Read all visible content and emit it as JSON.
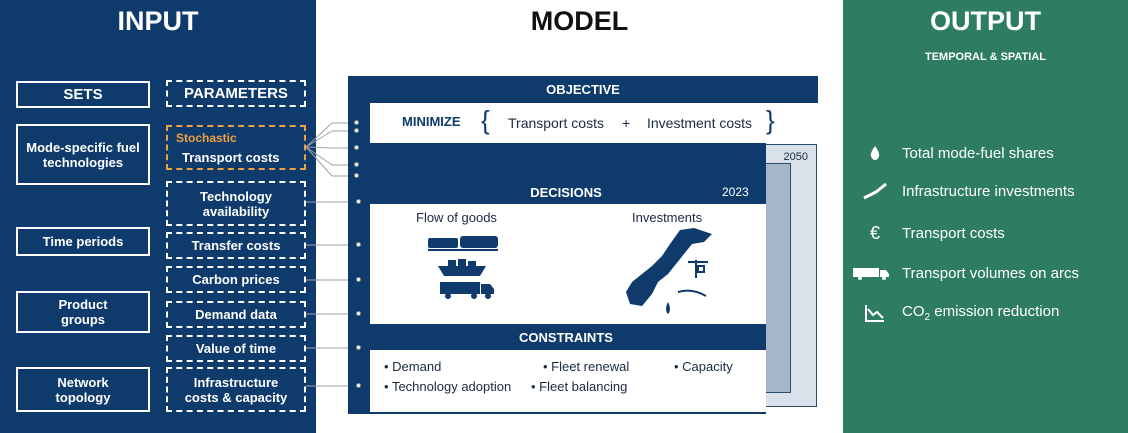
{
  "headers": {
    "input": "INPUT",
    "model": "MODEL",
    "output": "OUTPUT",
    "output_sub": "TEMPORAL & SPATIAL"
  },
  "sets": {
    "title": "SETS",
    "items": [
      "Mode-specific fuel technologies",
      "Time periods",
      "Product groups",
      "Network topology"
    ]
  },
  "parameters": {
    "title": "PARAMETERS",
    "stochastic_label": "Stochastic",
    "items": [
      "Transport costs",
      "Technology availability",
      "Transfer costs",
      "Carbon prices",
      "Demand data",
      "Value of time",
      "Infrastructure costs & capacity"
    ]
  },
  "objective": {
    "title": "OBJECTIVE",
    "minimize": "MINIMIZE",
    "brace_open": "{",
    "term1": "Transport costs",
    "plus": "+",
    "term2": "Investment costs",
    "brace_close": "}"
  },
  "decisions": {
    "title": "DECISIONS",
    "year_front": "2023",
    "year_back": "2050",
    "flow": "Flow of goods",
    "investments": "Investments"
  },
  "constraints": {
    "title": "CONSTRAINTS",
    "items": [
      "Demand",
      "Fleet renewal",
      "Capacity",
      "Technology adoption",
      "Fleet balancing"
    ]
  },
  "output": {
    "items": [
      {
        "label": "Total mode-fuel shares",
        "icon": "drop-icon"
      },
      {
        "label": "Infrastructure investments",
        "icon": "road-icon"
      },
      {
        "label": "Transport costs",
        "icon": "euro-icon"
      },
      {
        "label": "Transport volumes on arcs",
        "icon": "truck-icon"
      },
      {
        "label": "CO",
        "sub": "2",
        "label_suffix": " emission reduction",
        "icon": "emission-chart-icon"
      }
    ]
  },
  "colors": {
    "navy": "#0e3b6b",
    "green": "#2e7d62",
    "orange": "#f0a040"
  }
}
